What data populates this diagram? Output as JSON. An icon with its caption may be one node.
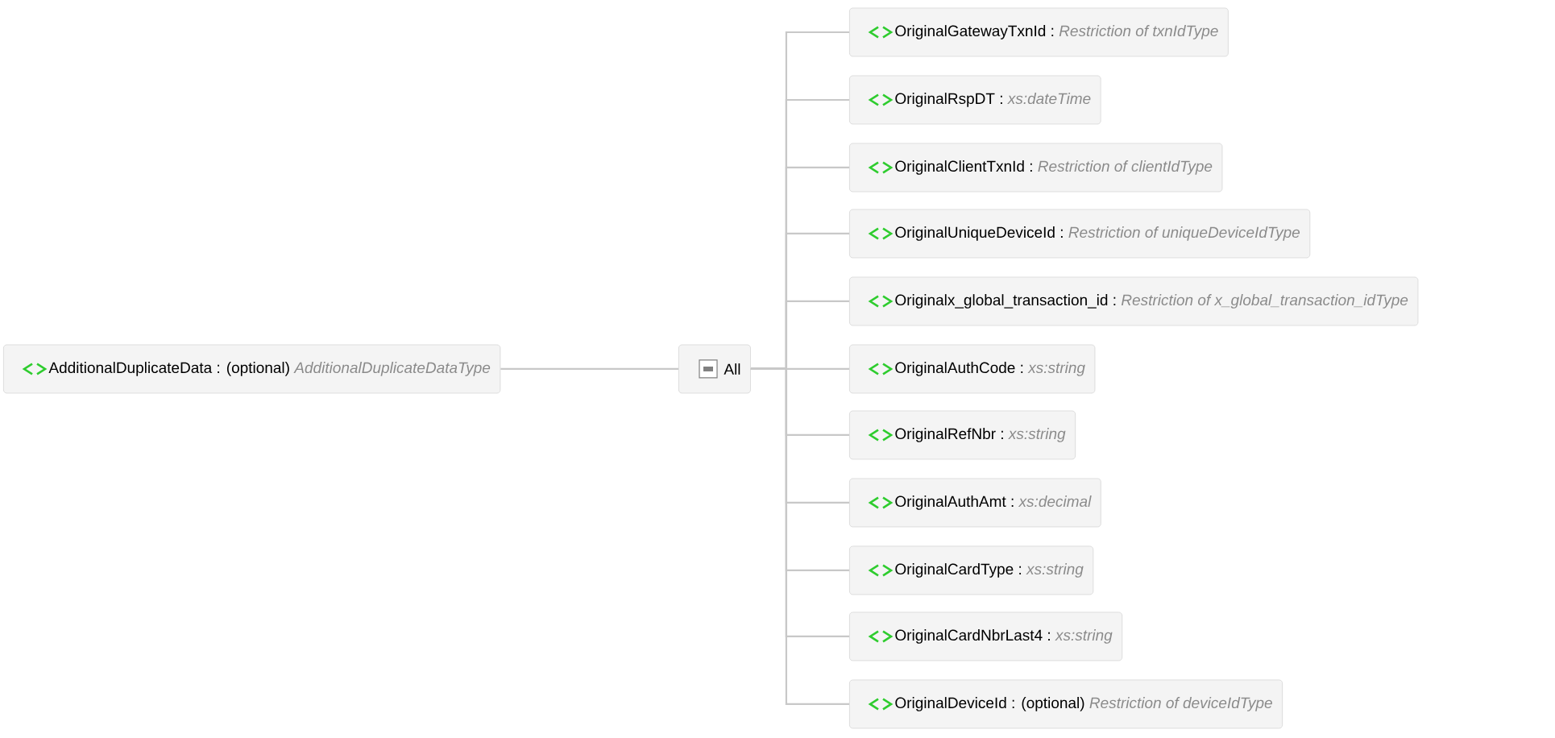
{
  "diagram": {
    "nodes": [
      {
        "text": [
          "AdditionalDuplicateData : (optional)",
          "AdditionalDuplicateDataType"
        ]
      },
      {
        "text": [
          "All"
        ]
      },
      {
        "text": [
          "OriginalGatewayTxnId :",
          "Restriction of txnIdType"
        ]
      },
      {
        "text": [
          "OriginalRspDT :",
          "xs:dateTime"
        ]
      },
      {
        "text": [
          "OriginalClientTxnId :",
          "Restriction of clientIdType"
        ]
      },
      {
        "text": [
          "OriginalUniqueDeviceId :",
          "Restriction of uniqueDeviceIdType"
        ]
      },
      {
        "text": [
          "Originalx_global_transaction_id :",
          "Restriction of x_global_transaction_idType"
        ]
      },
      {
        "text": [
          "OriginalAuthCode :",
          "xs:string"
        ]
      },
      {
        "text": [
          "OriginalRefNbr :",
          "xs:string"
        ]
      },
      {
        "text": [
          "OriginalAuthAmt :",
          "xs:decimal"
        ]
      },
      {
        "text": [
          "OriginalCardType :",
          "xs:string"
        ]
      },
      {
        "text": [
          "OriginalCardNbrLast4 :",
          "xs:string"
        ]
      },
      {
        "text": [
          "OriginalDeviceId : (optional)",
          "Restriction of deviceIdType"
        ]
      }
    ],
    "edges": [
      {
        "from": 0,
        "to": 1,
        "arrow": "none"
      },
      {
        "from": 1,
        "to": 2,
        "arrow": "none"
      },
      {
        "from": 1,
        "to": 3,
        "arrow": "none"
      },
      {
        "from": 1,
        "to": 4,
        "arrow": "none"
      },
      {
        "from": 1,
        "to": 5,
        "arrow": "none"
      },
      {
        "from": 1,
        "to": 6,
        "arrow": "none"
      },
      {
        "from": 1,
        "to": 7,
        "arrow": "none"
      },
      {
        "from": 1,
        "to": 8,
        "arrow": "none"
      },
      {
        "from": 1,
        "to": 9,
        "arrow": "none"
      },
      {
        "from": 1,
        "to": 10,
        "arrow": "none"
      },
      {
        "from": 1,
        "to": 11,
        "arrow": "none"
      },
      {
        "from": 1,
        "to": 12,
        "arrow": "none"
      }
    ]
  }
}
